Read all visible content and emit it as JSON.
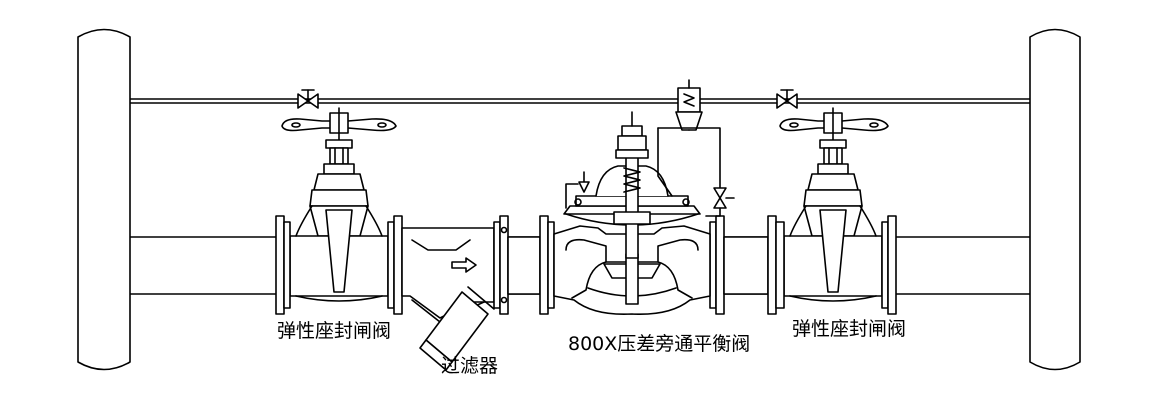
{
  "labels": {
    "left_valve": "弹性座封闸阀",
    "strainer": "过滤器",
    "main_valve": "800X压差旁通平衡阀",
    "right_valve": "弹性座封闸阀"
  },
  "icons": {
    "flow_direction": "arrow-right-icon"
  },
  "colors": {
    "line": "#000000",
    "fill": "#ffffff"
  }
}
